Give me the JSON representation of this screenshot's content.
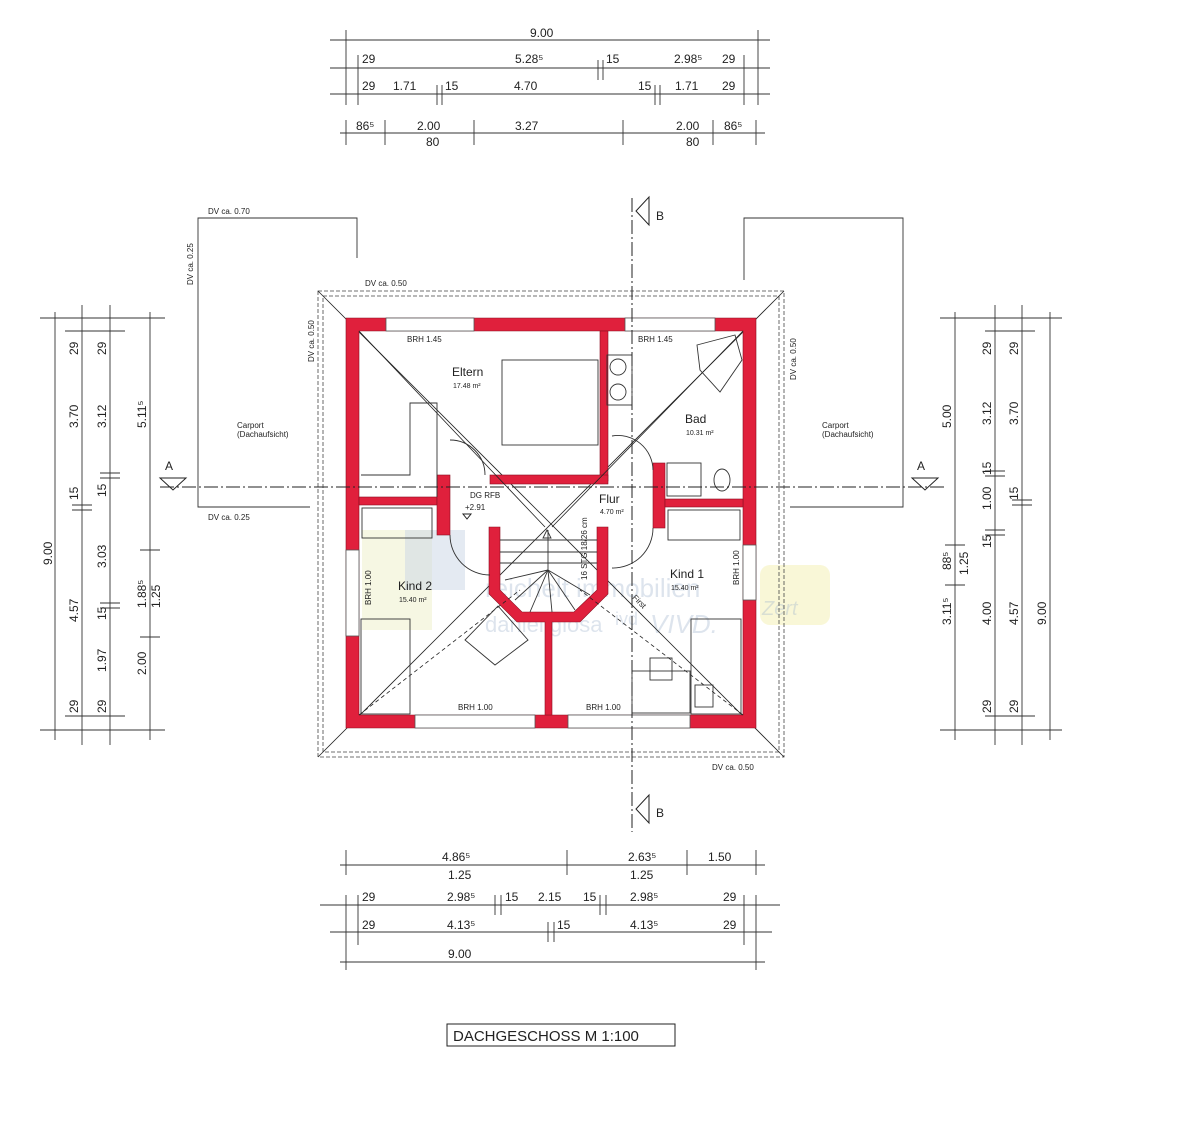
{
  "drawing": {
    "title": "DACHGESCHOSS  M 1:100",
    "wall_color": "#e0203c"
  },
  "rooms": {
    "eltern": {
      "name": "Eltern",
      "area": "17.48 m²"
    },
    "bad": {
      "name": "Bad",
      "area": "10.31 m²"
    },
    "flur": {
      "name": "Flur",
      "area": "4.70 m²"
    },
    "kind1": {
      "name": "Kind 1",
      "area": "15.40 m²"
    },
    "kind2": {
      "name": "Kind 2",
      "area": "15.40 m²"
    }
  },
  "labels": {
    "brh_145_a": "BRH 1.45",
    "brh_145_b": "BRH 1.45",
    "brh_100_left": "BRH 1.00",
    "brh_100_right": "BRH 1.00",
    "brh_100_bl": "BRH 1.00",
    "brh_100_br": "BRH 1.00",
    "dg_rfb": "DG RFB",
    "level": "+2.91",
    "stairs": "16 STG 18/26 cm",
    "first": "First",
    "carport": "Carport",
    "carport_sub": "(Dachaufsicht)",
    "dv_070": "DV ca. 0.70",
    "dv_025_side": "DV ca. 0.25",
    "dv_025_bottom": "DV ca. 0.25",
    "dv_050_top": "DV ca. 0.50",
    "dv_050_left": "DV ca. 0.50",
    "dv_050_right": "DV ca. 0.50",
    "dv_050_bottom": "DV ca. 0.50",
    "section_a": "A",
    "section_b": "B"
  },
  "watermark": [
    "reichelt immobilien",
    "daniel giosa",
    "ivd",
    "VIVD.",
    "Zert"
  ],
  "dimensions": {
    "top": {
      "row1": [
        "9.00"
      ],
      "row2": [
        "29",
        "5.28⁵",
        "15",
        "2.98⁵",
        "29"
      ],
      "row3": [
        "29",
        "1.71",
        "15",
        "4.70",
        "15",
        "1.71",
        "29"
      ],
      "row4": [
        "86⁵",
        "2.00",
        "80",
        "3.27",
        "2.00",
        "80",
        "86⁵"
      ]
    },
    "bottom": {
      "row1": [
        "4.86⁵",
        "1.25",
        "2.63⁵",
        "1.25",
        "1.50"
      ],
      "row2": [
        "29",
        "2.98⁵",
        "15",
        "2.15",
        "15",
        "2.98⁵",
        "29"
      ],
      "row3": [
        "29",
        "4.13⁵",
        "15",
        "4.13⁵",
        "29"
      ],
      "row4": [
        "9.00"
      ]
    },
    "left": {
      "col1": [
        "9.00"
      ],
      "col2": [
        "29",
        "3.70",
        "15",
        "4.57",
        "29"
      ],
      "col3": [
        "29",
        "3.12",
        "15",
        "3.03",
        "15",
        "1.97",
        "29"
      ],
      "col4": [
        "5.11⁵",
        "1.88⁵",
        "1.25",
        "2.00"
      ]
    },
    "right": {
      "col1": [
        "5.00",
        "88⁵",
        "3.11⁵"
      ],
      "col2": [
        "1.25"
      ],
      "col3": [
        "29",
        "3.12",
        "15",
        "1.00",
        "15",
        "4.00",
        "29"
      ],
      "col4": [
        "29",
        "3.70",
        "15",
        "4.57",
        "29"
      ],
      "col5": [
        "9.00"
      ]
    }
  }
}
